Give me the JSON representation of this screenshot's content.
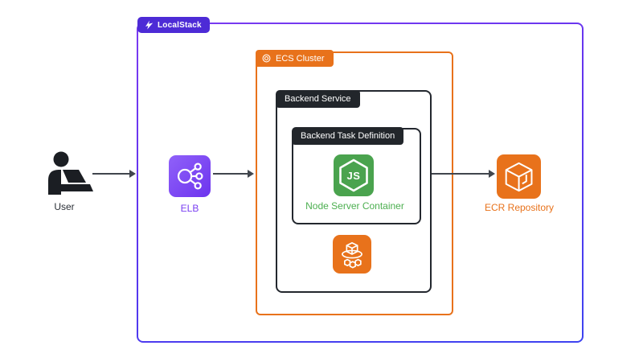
{
  "containers": {
    "localstack": {
      "label": "LocalStack"
    },
    "ecs_cluster": {
      "label": "ECS Cluster"
    },
    "backend_service": {
      "label": "Backend Service"
    },
    "task_definition": {
      "label": "Backend Task Definition"
    }
  },
  "nodes": {
    "user": {
      "label": "User"
    },
    "elb": {
      "label": "ELB"
    },
    "node_container": {
      "label": "Node Server Container",
      "icon_text": "JS"
    },
    "ecr": {
      "label": "ECR Repository"
    }
  },
  "colors": {
    "localstack_badge_purple": "#4D2BD6",
    "boundary_gradient_top": "#7B3BF1",
    "boundary_gradient_bottom": "#3D43F0",
    "aws_orange": "#E8721B",
    "dark_badge": "#22262B",
    "node_icon_green": "#4AA34E",
    "node_label_green": "#4CAF50",
    "elb_label_purple": "#7A3FF2",
    "arrow_dark": "#41464D",
    "background": "#FFFFFF"
  }
}
